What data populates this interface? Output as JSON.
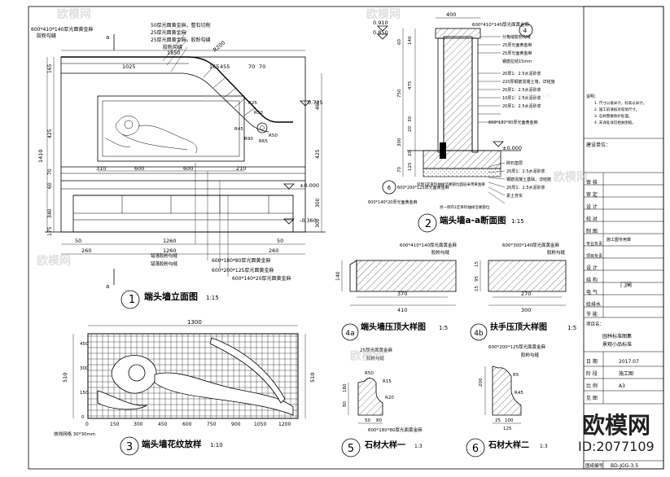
{
  "watermark": {
    "brand": "欧模网",
    "brand_small": "欧模网",
    "site": "www.om.cn",
    "id_text": "ID:2077109"
  },
  "elevation": {
    "title_num": "1",
    "title": "端头墙立面图",
    "scale": "1:15",
    "section_mark": "a",
    "notes": [
      "600*410*140厚光面黄金麻",
      "胶粉勾缝",
      "50厚光面黄金麻，整石切削",
      "25厚光面黄金麻",
      "25厚光面黄金麻，胶粉勾缝",
      "胶粉勾缝",
      "600*180*80厚光面黄金麻",
      "600*200*125厚光面黄金麻",
      "600*140*20厚光面黄金麻",
      "错落胶粉勾缝",
      "错落胶粉勾缝"
    ],
    "dims_top": [
      "1850",
      "1025",
      "165",
      "455",
      "70",
      "70",
      "R200"
    ],
    "dims_mid": [
      "310",
      "600",
      "600",
      "210"
    ],
    "dims_bottom": [
      "50",
      "1260",
      "50",
      "260",
      "1260",
      "260"
    ],
    "dims_left": [
      "1410",
      "165",
      "425",
      "70",
      "60",
      "340",
      "175"
    ],
    "dims_right": [
      "465",
      "425",
      "300",
      "300"
    ],
    "radii": [
      "R25",
      "R50",
      "R45",
      "R90",
      "R65",
      "R50"
    ],
    "levels": [
      "0.725",
      "±0.000",
      "-0.360"
    ]
  },
  "section": {
    "title_num": "2",
    "title": "端头墙a-a断面图",
    "scale": "1:15",
    "levels": [
      "0.910",
      "0.850",
      "±0.000"
    ],
    "dims_top": [
      "400",
      "600*410*140厚光面黄金麻"
    ],
    "dims_left": [
      "60",
      "140",
      "475",
      "750",
      "30",
      "20",
      "300",
      "20",
      "125",
      "70"
    ],
    "callout_a": "4",
    "callout_b": "6",
    "notes": [
      "分格缝胶粉勾缝",
      "25厚光面黄金麻",
      "25厚光面黄金麻",
      "钢筋拉结15mm",
      "20厚1：2.5水泥砂浆",
      "220厚钢筋混凝土墙，详结施",
      "20厚1：2.5水泥砂浆",
      "10厚1：2.5水泥砂浆",
      "20厚1：2.5水泥砂浆",
      "600*180*80厚光面黄金麻",
      "碎石垫层",
      "20厚1：2.5水泥砂浆",
      "钢筋混凝土基础，详结施",
      "20厚1：2.5水泥砂浆",
      "素土夯实",
      "600*200*125厚光面黄金麻",
      "600*140*20厚光面黄金麻",
      "双侧1区骨料抽样坚硬部位面层采用黄金麻",
      "另一侧内1区骨料抽样坚硬部位"
    ]
  },
  "detail4": {
    "title_num": "4a",
    "title": "端头墙压顶大样图",
    "scale": "1:5",
    "note1": "600*410*140厚光面黄金麻",
    "note2": "胶粉勾缝",
    "dims": [
      "370",
      "410",
      "140"
    ]
  },
  "detail4b": {
    "title_num": "4b",
    "title": "扶手压顶大样图",
    "scale": "1:5",
    "note1": "600*300*140厚光面黄金麻",
    "note2": "胶粉勾缝",
    "dims": [
      "270",
      "300",
      "15",
      "95",
      "15"
    ]
  },
  "pattern": {
    "title_num": "3",
    "title": "端头墙花纹放样",
    "scale": "1:10",
    "width": "1300",
    "height": "510",
    "height2": "510",
    "grid_note": "放线网格 30*30mm",
    "ticks": [
      "0",
      "150",
      "300",
      "450",
      "600",
      "750",
      "900",
      "1050",
      "1200"
    ],
    "left_ticks": [
      "0",
      "150",
      "300",
      "450"
    ]
  },
  "detail5": {
    "title_num": "5",
    "title": "石材大样一",
    "scale": "1:3",
    "notes": [
      "25厚光面黄金麻",
      "胶粉勾缝",
      "600*180*80厚光面黄金麻"
    ],
    "dims": [
      "R50",
      "R15",
      "R20",
      "50",
      "80",
      "80",
      "180"
    ]
  },
  "detail6": {
    "title_num": "6",
    "title": "石材大样二",
    "scale": "1:3",
    "notes": [
      "600*200*125厚光面黄金麻",
      "胶粉勾缝"
    ],
    "dims": [
      "R5",
      "R45",
      "200",
      "25",
      "100",
      "125"
    ]
  },
  "titleblock": {
    "notes_heading": "说明：",
    "notes": [
      "1. 尺寸以毫米计，标高以米计。",
      "2. 施工前请核对现场尺寸。",
      "3. 石材需做防护处理。",
      "4. 未详处详见相关图纸。"
    ],
    "sign_label": "建设单位：",
    "rows": [
      "审 核",
      "审 定",
      "设 计",
      "校 对",
      "制 图",
      "专业负责",
      "项目负责",
      "设 计",
      "结 构",
      "电 气",
      "给排水",
      "节 能"
    ],
    "company": "施工图专用章",
    "stamp": "门闸",
    "project_label": "项目名：",
    "project": "园林标准图集",
    "project2": "景观小品标准",
    "date_label": "日 期",
    "date_value": "2017.07",
    "phase_label": "阶 段",
    "phase_value": "施工图",
    "scale_label": "比 例",
    "scale_value": "A3",
    "ratio_label": "见 图",
    "drawing_no_label": "图纸编号",
    "drawing_no": "BD-JGG-3.5"
  }
}
